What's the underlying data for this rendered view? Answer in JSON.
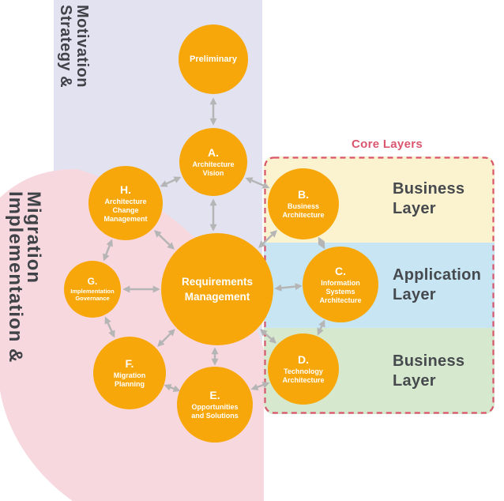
{
  "diagram": {
    "regions": {
      "strategy_motivation": {
        "line1": "Strategy &",
        "line2": "Motivation"
      },
      "implementation_migration": {
        "line1": "Implementation &",
        "line2": "Migration"
      }
    },
    "core_layers": {
      "title": "Core Layers",
      "bands": [
        {
          "line1": "Business",
          "line2": "Layer",
          "color": "#FBF3D0"
        },
        {
          "line1": "Application",
          "line2": "Layer",
          "color": "#C7E5F3"
        },
        {
          "line1": "Business",
          "line2": "Layer",
          "color": "#D6E8CD"
        }
      ]
    },
    "phases": {
      "preliminary": {
        "name": "Preliminary"
      },
      "a": {
        "letter": "A.",
        "lines": [
          "Architecture",
          "Vision"
        ]
      },
      "b": {
        "letter": "B.",
        "lines": [
          "Business",
          "Architecture"
        ]
      },
      "c": {
        "letter": "C.",
        "lines": [
          "Information",
          "Systems",
          "Architecture"
        ]
      },
      "d": {
        "letter": "D.",
        "lines": [
          "Technology",
          "Architecture"
        ]
      },
      "e": {
        "letter": "E.",
        "lines": [
          "Opportunities",
          "and Solutions"
        ]
      },
      "f": {
        "letter": "F.",
        "lines": [
          "Migration",
          "Planning"
        ]
      },
      "g": {
        "letter": "G.",
        "lines": [
          "Implementation",
          "Governance"
        ]
      },
      "h": {
        "letter": "H.",
        "lines": [
          "Architecture",
          "Change",
          "Management"
        ]
      },
      "requirements": {
        "lines": [
          "Requirements",
          "Management"
        ]
      }
    },
    "colors": {
      "phase_circle": "#F7A70A",
      "lavender_region": "#E3E2F0",
      "pink_region": "#F8D8DF",
      "band_yellow": "#FBF3D0",
      "band_blue": "#C7E5F3",
      "band_green": "#D6E8CD",
      "core_border": "#D9566E",
      "arrow": "#B5B5B5",
      "band_label_text": "#46494D"
    }
  }
}
